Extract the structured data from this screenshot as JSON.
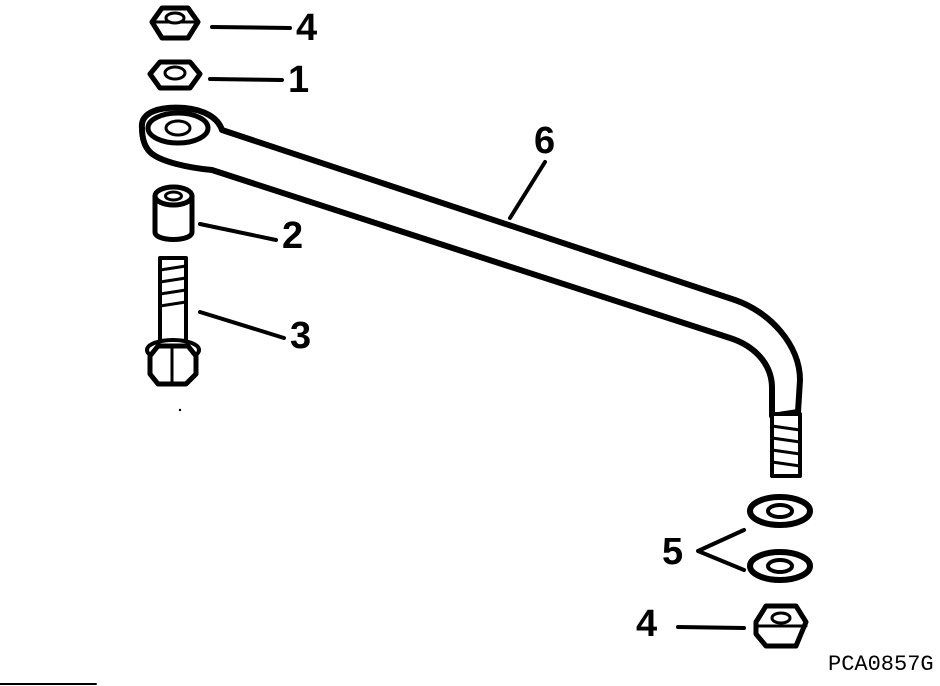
{
  "callouts": {
    "nut_top": "4",
    "washer_top": "1",
    "bushing": "2",
    "bolt": "3",
    "washers_bottom": "5",
    "nut_bottom": "4",
    "link_rod": "6"
  },
  "reference_code": "PCA0857G"
}
